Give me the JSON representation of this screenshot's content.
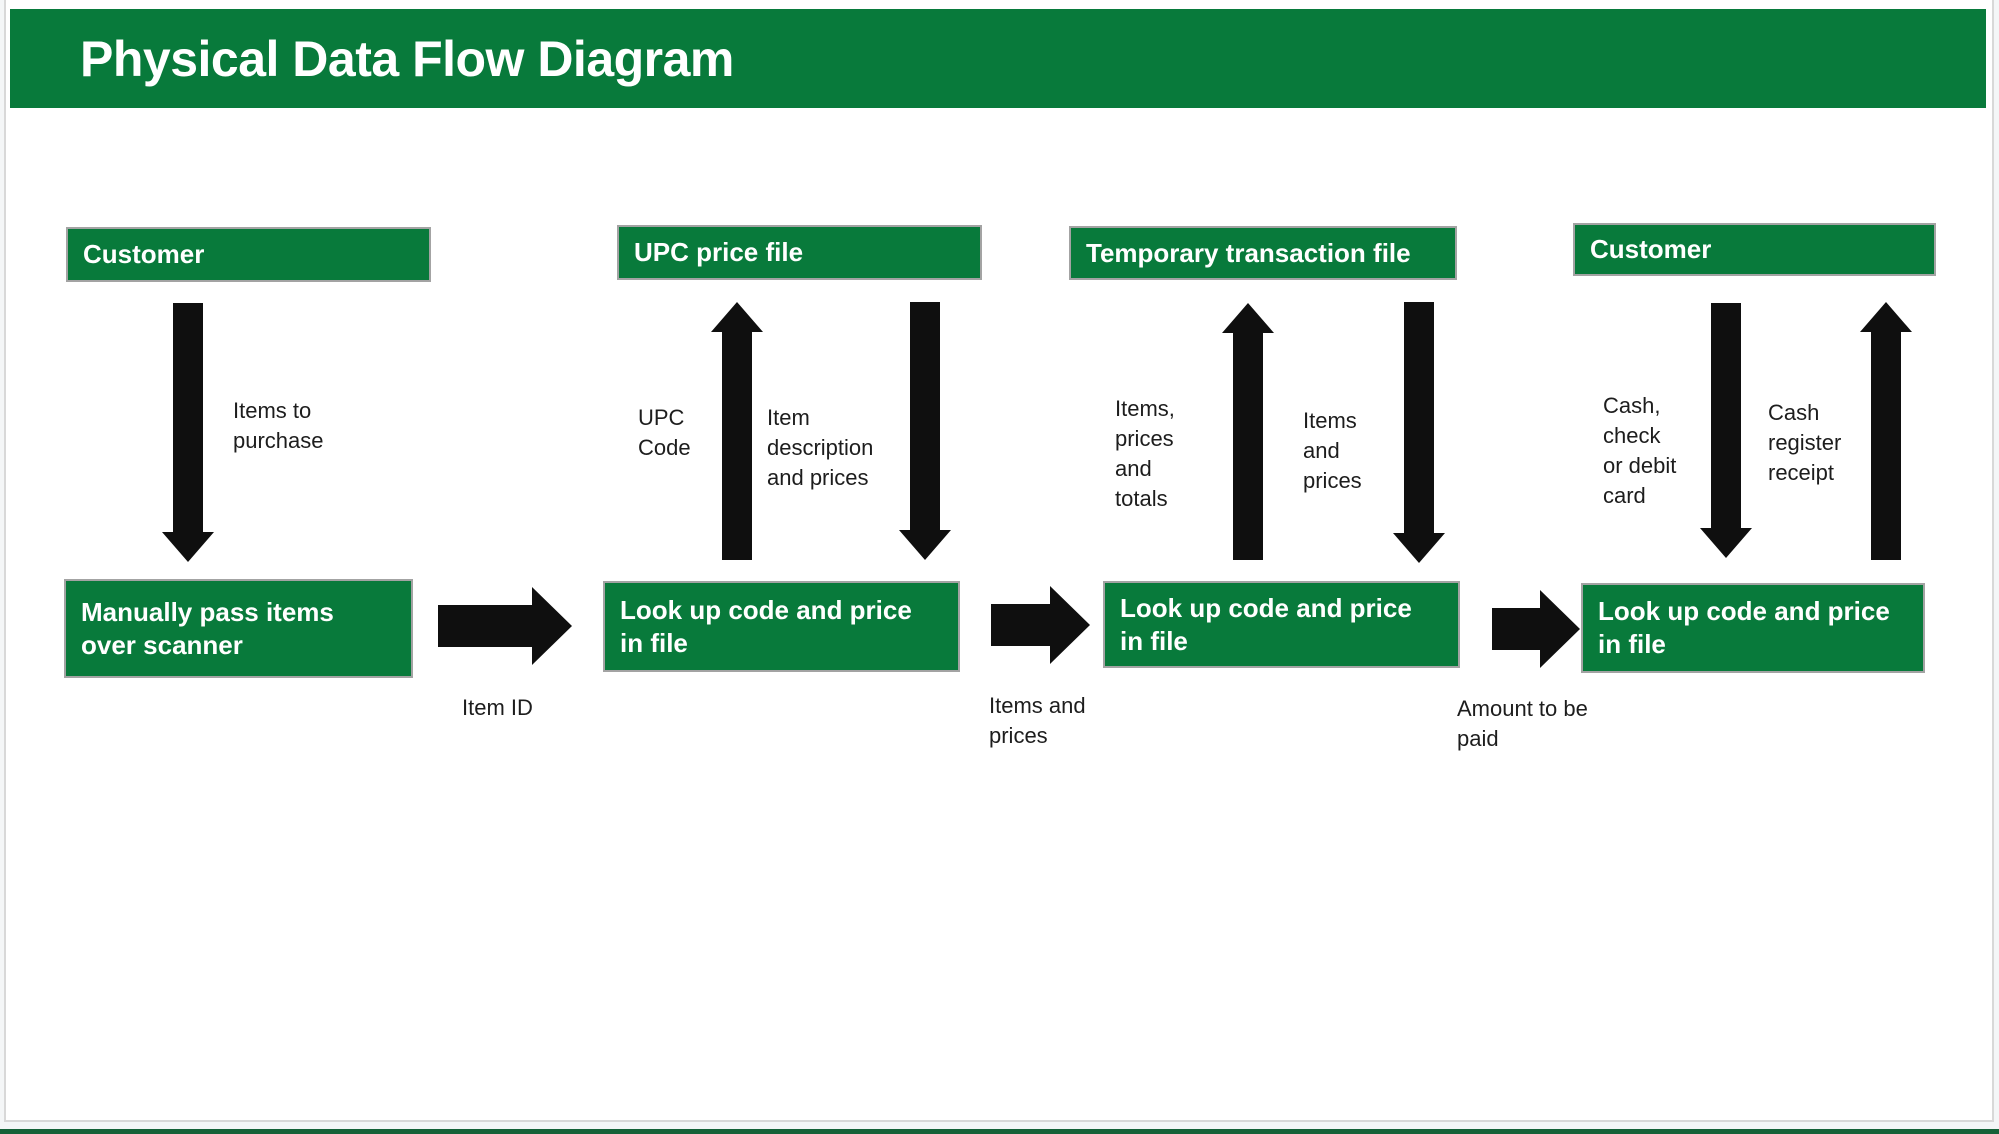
{
  "page": {
    "title": "Physical Data Flow Diagram"
  },
  "colors": {
    "accent_green": "#087a3b",
    "box_border": "#a3a3a3",
    "arrow_black": "#0f0f0f",
    "footer_strip_green": "#156138"
  },
  "entities": {
    "customer_left": "Customer",
    "upc_price_file": "UPC price file",
    "temp_transaction_file": "Temporary transaction file",
    "customer_right": "Customer"
  },
  "processes": {
    "scan_items": [
      "Manually pass items",
      "over scanner"
    ],
    "lookup_1": [
      "Look up code and price",
      "in file"
    ],
    "lookup_2": [
      "Look up code and price",
      "in file"
    ],
    "lookup_3": [
      "Look up code and price",
      "in file"
    ]
  },
  "flows": {
    "items_to_purchase": [
      "Items to",
      "purchase"
    ],
    "upc_code": [
      "UPC",
      "Code"
    ],
    "item_description_and_prices": [
      "Item",
      "description",
      "and prices"
    ],
    "items_prices_and_totals": [
      "Items,",
      "prices",
      "and",
      "totals"
    ],
    "items_and_prices_down": [
      "Items",
      "and",
      "prices"
    ],
    "cash_check_or_debit_card": [
      "Cash,",
      "check",
      "or debit",
      "card"
    ],
    "cash_register_receipt": [
      "Cash",
      "register",
      "receipt"
    ],
    "item_id": [
      "Item ID"
    ],
    "items_and_prices": [
      "Items and",
      "prices"
    ],
    "amount_to_be_paid": [
      "Amount to be",
      "paid"
    ]
  }
}
